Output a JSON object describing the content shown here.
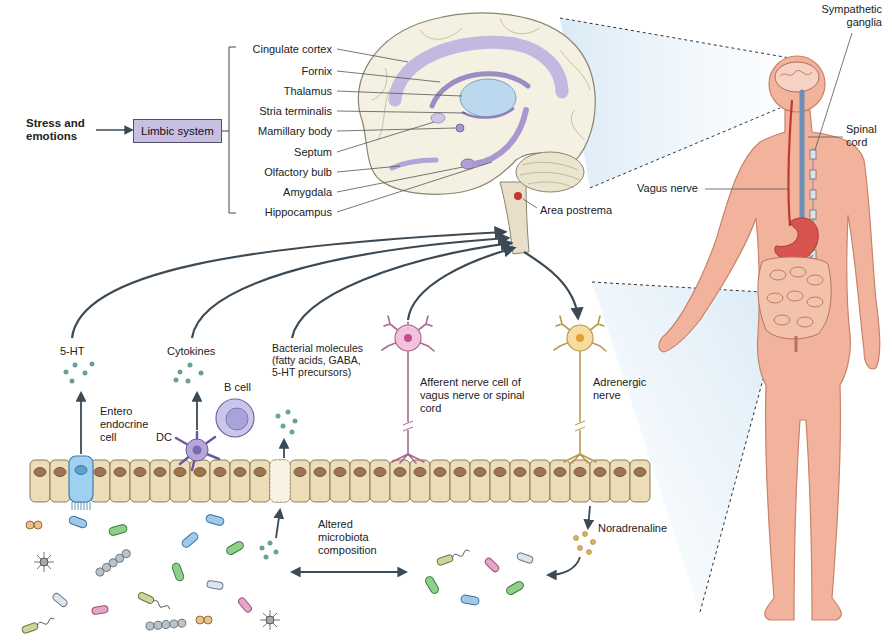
{
  "diagram": {
    "nodes": [
      {
        "text": [
          "Limbic system"
        ]
      }
    ],
    "labels": [
      "Stress and emotions",
      "Cingulate cortex",
      "Fornix",
      "Thalamus",
      "Stria terminalis",
      "Mamillary body",
      "Septum",
      "Olfactory bulb",
      "Amygdala",
      "Hippocampus",
      "Area postrema",
      "Sympathetic ganglia",
      "Spinal cord",
      "Vagus nerve",
      "5-HT",
      "Cytokines",
      "B cell",
      "DC",
      "Bacterial molecules (fatty acids, GABA, 5-HT precursors)",
      "Afferent nerve cell of vagus nerve or spinal cord",
      "Adrenergic nerve",
      "Entero endocrine cell",
      "Altered microbiota composition",
      "Noradrenaline"
    ]
  }
}
